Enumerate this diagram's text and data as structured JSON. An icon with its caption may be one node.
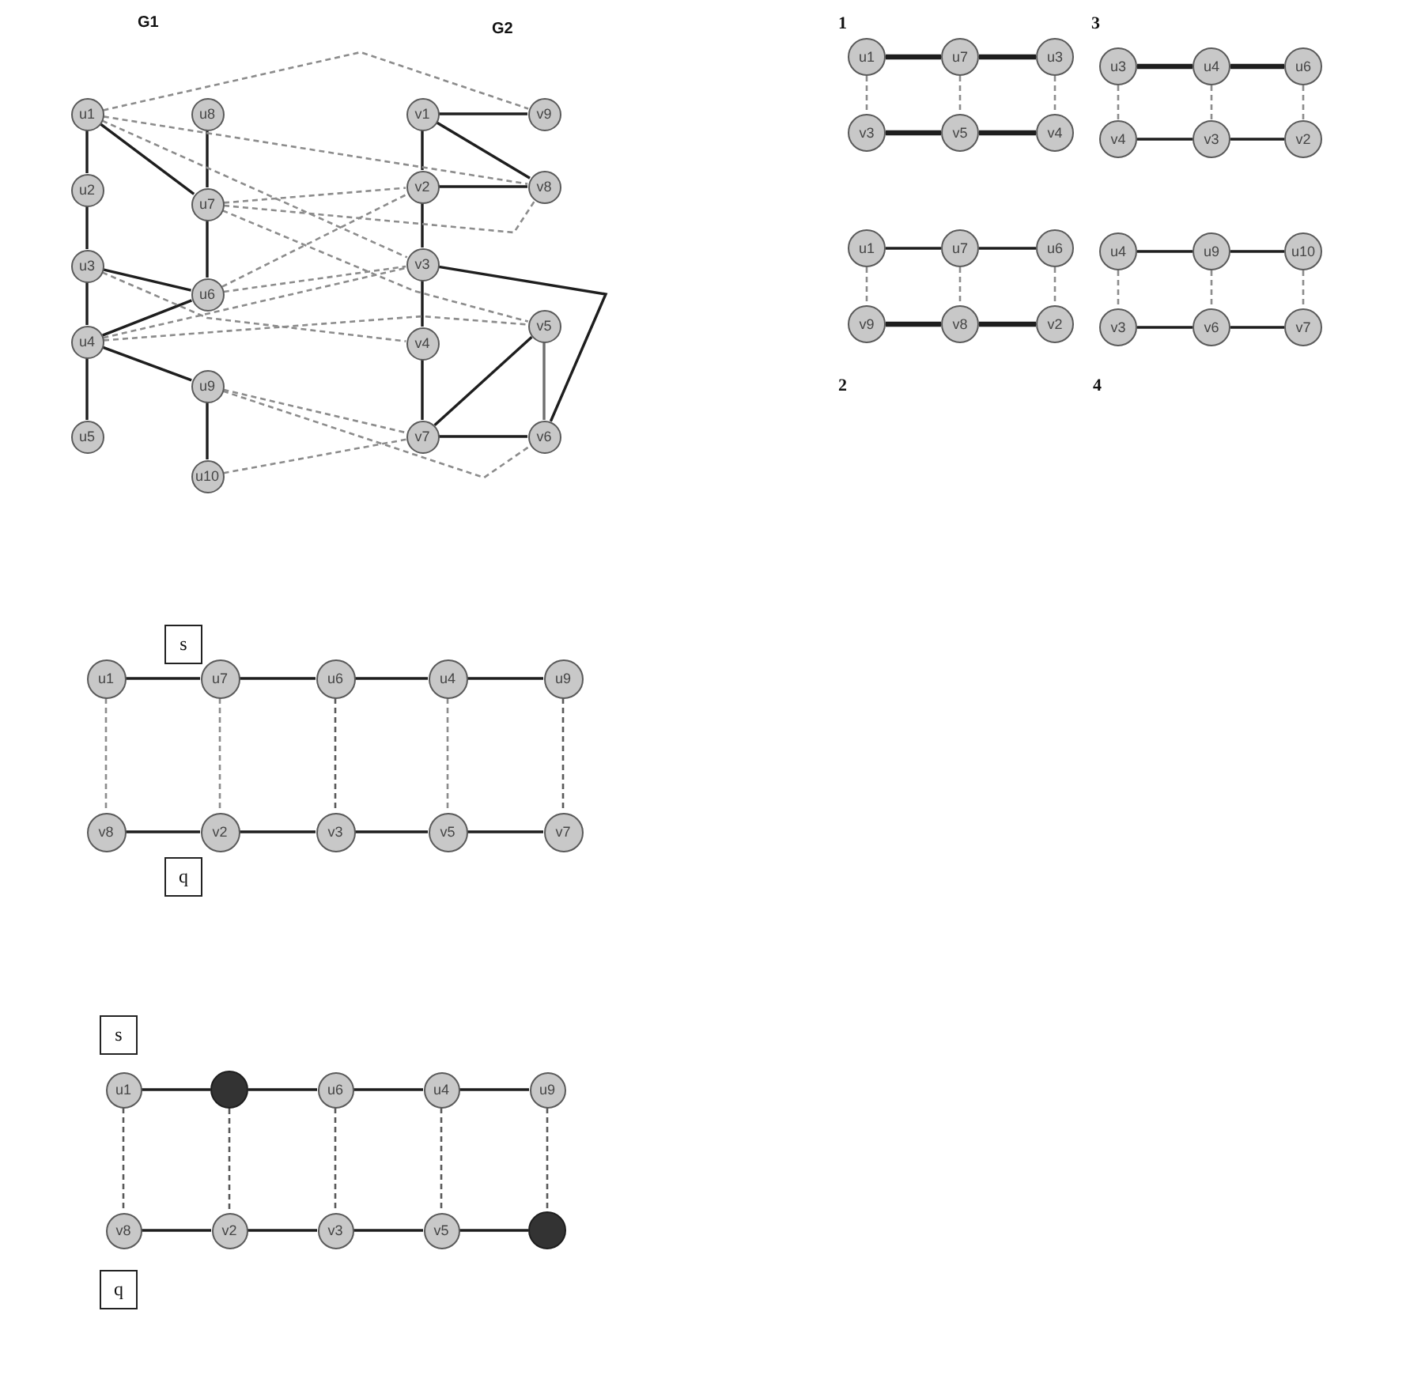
{
  "diagram": {
    "nodes": [
      {
        "text": [
          "u1"
        ]
      },
      {
        "text": [
          "u2"
        ]
      },
      {
        "text": [
          "u3"
        ]
      },
      {
        "text": [
          "u4"
        ]
      },
      {
        "text": [
          "u5"
        ]
      },
      {
        "text": [
          "u8"
        ]
      },
      {
        "text": [
          "u7"
        ]
      },
      {
        "text": [
          "u6"
        ]
      },
      {
        "text": [
          "u9"
        ]
      },
      {
        "text": [
          "u10"
        ]
      },
      {
        "text": [
          "v1"
        ]
      },
      {
        "text": [
          "v9"
        ]
      },
      {
        "text": [
          "v2"
        ]
      },
      {
        "text": [
          "v8"
        ]
      },
      {
        "text": [
          "v3"
        ]
      },
      {
        "text": [
          "v5"
        ]
      },
      {
        "text": [
          "v4"
        ]
      },
      {
        "text": [
          "v7"
        ]
      },
      {
        "text": [
          "v6"
        ]
      },
      {
        "text": [
          "u1"
        ]
      },
      {
        "text": [
          "u7"
        ]
      },
      {
        "text": [
          "u3"
        ]
      },
      {
        "text": [
          "v3"
        ]
      },
      {
        "text": [
          "v5"
        ]
      },
      {
        "text": [
          "v4"
        ]
      },
      {
        "text": [
          "u3"
        ]
      },
      {
        "text": [
          "u4"
        ]
      },
      {
        "text": [
          "u6"
        ]
      },
      {
        "text": [
          "v4"
        ]
      },
      {
        "text": [
          "v3"
        ]
      },
      {
        "text": [
          "v2"
        ]
      },
      {
        "text": [
          "u1"
        ]
      },
      {
        "text": [
          "u7"
        ]
      },
      {
        "text": [
          "u6"
        ]
      },
      {
        "text": [
          "v9"
        ]
      },
      {
        "text": [
          "v8"
        ]
      },
      {
        "text": [
          "v2"
        ]
      },
      {
        "text": [
          "u4"
        ]
      },
      {
        "text": [
          "u9"
        ]
      },
      {
        "text": [
          "u10"
        ]
      },
      {
        "text": [
          "v3"
        ]
      },
      {
        "text": [
          "v6"
        ]
      },
      {
        "text": [
          "v7"
        ]
      },
      {
        "text": [
          "s"
        ]
      },
      {
        "text": [
          "u1"
        ]
      },
      {
        "text": [
          "u7"
        ]
      },
      {
        "text": [
          "u6"
        ]
      },
      {
        "text": [
          "u4"
        ]
      },
      {
        "text": [
          "u9"
        ]
      },
      {
        "text": [
          "v8"
        ]
      },
      {
        "text": [
          "v2"
        ]
      },
      {
        "text": [
          "v3"
        ]
      },
      {
        "text": [
          "v5"
        ]
      },
      {
        "text": [
          "v7"
        ]
      },
      {
        "text": [
          "q"
        ]
      },
      {
        "text": [
          "s"
        ]
      },
      {
        "text": [
          "u1"
        ]
      },
      {
        "text": [],
        "shape": "circle"
      },
      {
        "text": [
          "u6"
        ]
      },
      {
        "text": [
          "u4"
        ]
      },
      {
        "text": [
          "u9"
        ]
      },
      {
        "text": [
          "v8"
        ]
      },
      {
        "text": [
          "v2"
        ]
      },
      {
        "text": [
          "v3"
        ]
      },
      {
        "text": [
          "v5"
        ]
      },
      {
        "text": [],
        "shape": "circle"
      },
      {
        "text": [
          "q"
        ]
      }
    ],
    "edges": [
      {
        "from": 0,
        "to": 1,
        "arrow": "none"
      },
      {
        "from": 1,
        "to": 2,
        "arrow": "none"
      },
      {
        "from": 2,
        "to": 3,
        "arrow": "none"
      },
      {
        "from": 3,
        "to": 4,
        "arrow": "none"
      },
      {
        "from": 5,
        "to": 6,
        "arrow": "none"
      },
      {
        "from": 6,
        "to": 7,
        "arrow": "none"
      },
      {
        "from": 0,
        "to": 6,
        "arrow": "none"
      },
      {
        "from": 2,
        "to": 7,
        "arrow": "none"
      },
      {
        "from": 3,
        "to": 7,
        "arrow": "none"
      },
      {
        "from": 3,
        "to": 8,
        "arrow": "none"
      },
      {
        "from": 8,
        "to": 9,
        "arrow": "none"
      },
      {
        "from": 10,
        "to": 11,
        "arrow": "none"
      },
      {
        "from": 10,
        "to": 12,
        "arrow": "none"
      },
      {
        "from": 10,
        "to": 13,
        "arrow": "none"
      },
      {
        "from": 12,
        "to": 13,
        "arrow": "none"
      },
      {
        "from": 12,
        "to": 14,
        "arrow": "none"
      },
      {
        "from": 14,
        "to": 16,
        "arrow": "none"
      },
      {
        "from": 16,
        "to": 17,
        "arrow": "none"
      },
      {
        "from": 17,
        "to": 15,
        "arrow": "none"
      },
      {
        "from": 15,
        "to": 18,
        "arrow": "none",
        "color": "#6e6e6e"
      },
      {
        "from": 17,
        "to": 18,
        "arrow": "none"
      },
      {
        "from": 14,
        "to": 18,
        "arrow": "none"
      },
      {
        "from": 0,
        "to": 11,
        "arrow": "none",
        "style": "dashed",
        "color": "#8c8c8c"
      },
      {
        "from": 0,
        "to": 13,
        "arrow": "none",
        "style": "dashed",
        "color": "#8c8c8c"
      },
      {
        "from": 0,
        "to": 14,
        "arrow": "none",
        "style": "dashed",
        "color": "#8c8c8c"
      },
      {
        "from": 6,
        "to": 12,
        "arrow": "none",
        "style": "dashed",
        "color": "#8c8c8c"
      },
      {
        "from": 6,
        "to": 13,
        "arrow": "none",
        "style": "dashed",
        "color": "#8c8c8c"
      },
      {
        "from": 6,
        "to": 15,
        "arrow": "none",
        "style": "dashed",
        "color": "#8c8c8c"
      },
      {
        "from": 2,
        "to": 16,
        "arrow": "none",
        "style": "dashed",
        "color": "#8c8c8c"
      },
      {
        "from": 7,
        "to": 12,
        "arrow": "none",
        "style": "dashed",
        "color": "#8c8c8c"
      },
      {
        "from": 7,
        "to": 14,
        "arrow": "none",
        "style": "dashed",
        "color": "#8c8c8c"
      },
      {
        "from": 3,
        "to": 14,
        "arrow": "none",
        "style": "dashed",
        "color": "#8c8c8c"
      },
      {
        "from": 3,
        "to": 15,
        "arrow": "none",
        "style": "dashed",
        "color": "#8c8c8c"
      },
      {
        "from": 8,
        "to": 17,
        "arrow": "none",
        "style": "dashed",
        "color": "#8c8c8c"
      },
      {
        "from": 8,
        "to": 18,
        "arrow": "none",
        "style": "dashed",
        "color": "#8c8c8c"
      },
      {
        "from": 9,
        "to": 17,
        "arrow": "none",
        "style": "dashed",
        "color": "#8c8c8c"
      },
      {
        "from": 19,
        "to": 20,
        "arrow": "none",
        "style": "thick"
      },
      {
        "from": 20,
        "to": 21,
        "arrow": "none",
        "style": "thick"
      },
      {
        "from": 22,
        "to": 23,
        "arrow": "none",
        "style": "thick"
      },
      {
        "from": 23,
        "to": 24,
        "arrow": "none",
        "style": "thick"
      },
      {
        "from": 19,
        "to": 22,
        "arrow": "none",
        "style": "dashed",
        "color": "#8c8c8c"
      },
      {
        "from": 20,
        "to": 23,
        "arrow": "none",
        "style": "dashed",
        "color": "#8c8c8c"
      },
      {
        "from": 21,
        "to": 24,
        "arrow": "none",
        "style": "dashed",
        "color": "#8c8c8c"
      },
      {
        "from": 25,
        "to": 26,
        "arrow": "none",
        "style": "thick"
      },
      {
        "from": 26,
        "to": 27,
        "arrow": "none",
        "style": "thick"
      },
      {
        "from": 28,
        "to": 29,
        "arrow": "none"
      },
      {
        "from": 29,
        "to": 30,
        "arrow": "none"
      },
      {
        "from": 25,
        "to": 28,
        "arrow": "none",
        "style": "dashed",
        "color": "#8c8c8c"
      },
      {
        "from": 26,
        "to": 29,
        "arrow": "none",
        "style": "dashed",
        "color": "#8c8c8c"
      },
      {
        "from": 27,
        "to": 30,
        "arrow": "none",
        "style": "dashed",
        "color": "#8c8c8c"
      },
      {
        "from": 31,
        "to": 32,
        "arrow": "none"
      },
      {
        "from": 32,
        "to": 33,
        "arrow": "none"
      },
      {
        "from": 34,
        "to": 35,
        "arrow": "none",
        "style": "thick"
      },
      {
        "from": 35,
        "to": 36,
        "arrow": "none",
        "style": "thick"
      },
      {
        "from": 31,
        "to": 34,
        "arrow": "none",
        "style": "dashed",
        "color": "#8c8c8c"
      },
      {
        "from": 32,
        "to": 35,
        "arrow": "none",
        "style": "dashed",
        "color": "#8c8c8c"
      },
      {
        "from": 33,
        "to": 36,
        "arrow": "none",
        "style": "dashed",
        "color": "#8c8c8c"
      },
      {
        "from": 37,
        "to": 38,
        "arrow": "none"
      },
      {
        "from": 38,
        "to": 39,
        "arrow": "none"
      },
      {
        "from": 40,
        "to": 41,
        "arrow": "none"
      },
      {
        "from": 41,
        "to": 42,
        "arrow": "none"
      },
      {
        "from": 37,
        "to": 40,
        "arrow": "none",
        "style": "dashed",
        "color": "#8c8c8c"
      },
      {
        "from": 38,
        "to": 41,
        "arrow": "none",
        "style": "dashed",
        "color": "#8c8c8c"
      },
      {
        "from": 39,
        "to": 42,
        "arrow": "none",
        "style": "dashed",
        "color": "#8c8c8c"
      },
      {
        "from": 44,
        "to": 45,
        "arrow": "none"
      },
      {
        "from": 45,
        "to": 46,
        "arrow": "none"
      },
      {
        "from": 46,
        "to": 47,
        "arrow": "none"
      },
      {
        "from": 47,
        "to": 48,
        "arrow": "none"
      },
      {
        "from": 49,
        "to": 50,
        "arrow": "none"
      },
      {
        "from": 50,
        "to": 51,
        "arrow": "none"
      },
      {
        "from": 51,
        "to": 52,
        "arrow": "none"
      },
      {
        "from": 52,
        "to": 53,
        "arrow": "none"
      },
      {
        "from": 44,
        "to": 49,
        "arrow": "none",
        "style": "dashed",
        "color": "#8c8c8c"
      },
      {
        "from": 45,
        "to": 50,
        "arrow": "none",
        "style": "dashed",
        "color": "#8c8c8c"
      },
      {
        "from": 46,
        "to": 51,
        "arrow": "none",
        "style": "dashed",
        "color": "#595959"
      },
      {
        "from": 47,
        "to": 52,
        "arrow": "none",
        "style": "dashed",
        "color": "#8c8c8c"
      },
      {
        "from": 48,
        "to": 53,
        "arrow": "none",
        "style": "dashed",
        "color": "#595959"
      },
      {
        "from": 56,
        "to": 57,
        "arrow": "none"
      },
      {
        "from": 57,
        "to": 58,
        "arrow": "none"
      },
      {
        "from": 58,
        "to": 59,
        "arrow": "none"
      },
      {
        "from": 59,
        "to": 60,
        "arrow": "none"
      },
      {
        "from": 61,
        "to": 62,
        "arrow": "none"
      },
      {
        "from": 62,
        "to": 63,
        "arrow": "none"
      },
      {
        "from": 63,
        "to": 64,
        "arrow": "none"
      },
      {
        "from": 64,
        "to": 65,
        "arrow": "none"
      },
      {
        "from": 56,
        "to": 61,
        "arrow": "none",
        "style": "dashed",
        "color": "#595959"
      },
      {
        "from": 57,
        "to": 62,
        "arrow": "none",
        "style": "dashed",
        "color": "#595959"
      },
      {
        "from": 58,
        "to": 63,
        "arrow": "none",
        "style": "dashed",
        "color": "#595959"
      },
      {
        "from": 59,
        "to": 64,
        "arrow": "none",
        "style": "dashed",
        "color": "#595959"
      },
      {
        "from": 60,
        "to": 65,
        "arrow": "none",
        "style": "dashed",
        "color": "#595959"
      }
    ],
    "labels": [
      "G1",
      "G2",
      "1",
      "3",
      "2",
      "4"
    ]
  }
}
